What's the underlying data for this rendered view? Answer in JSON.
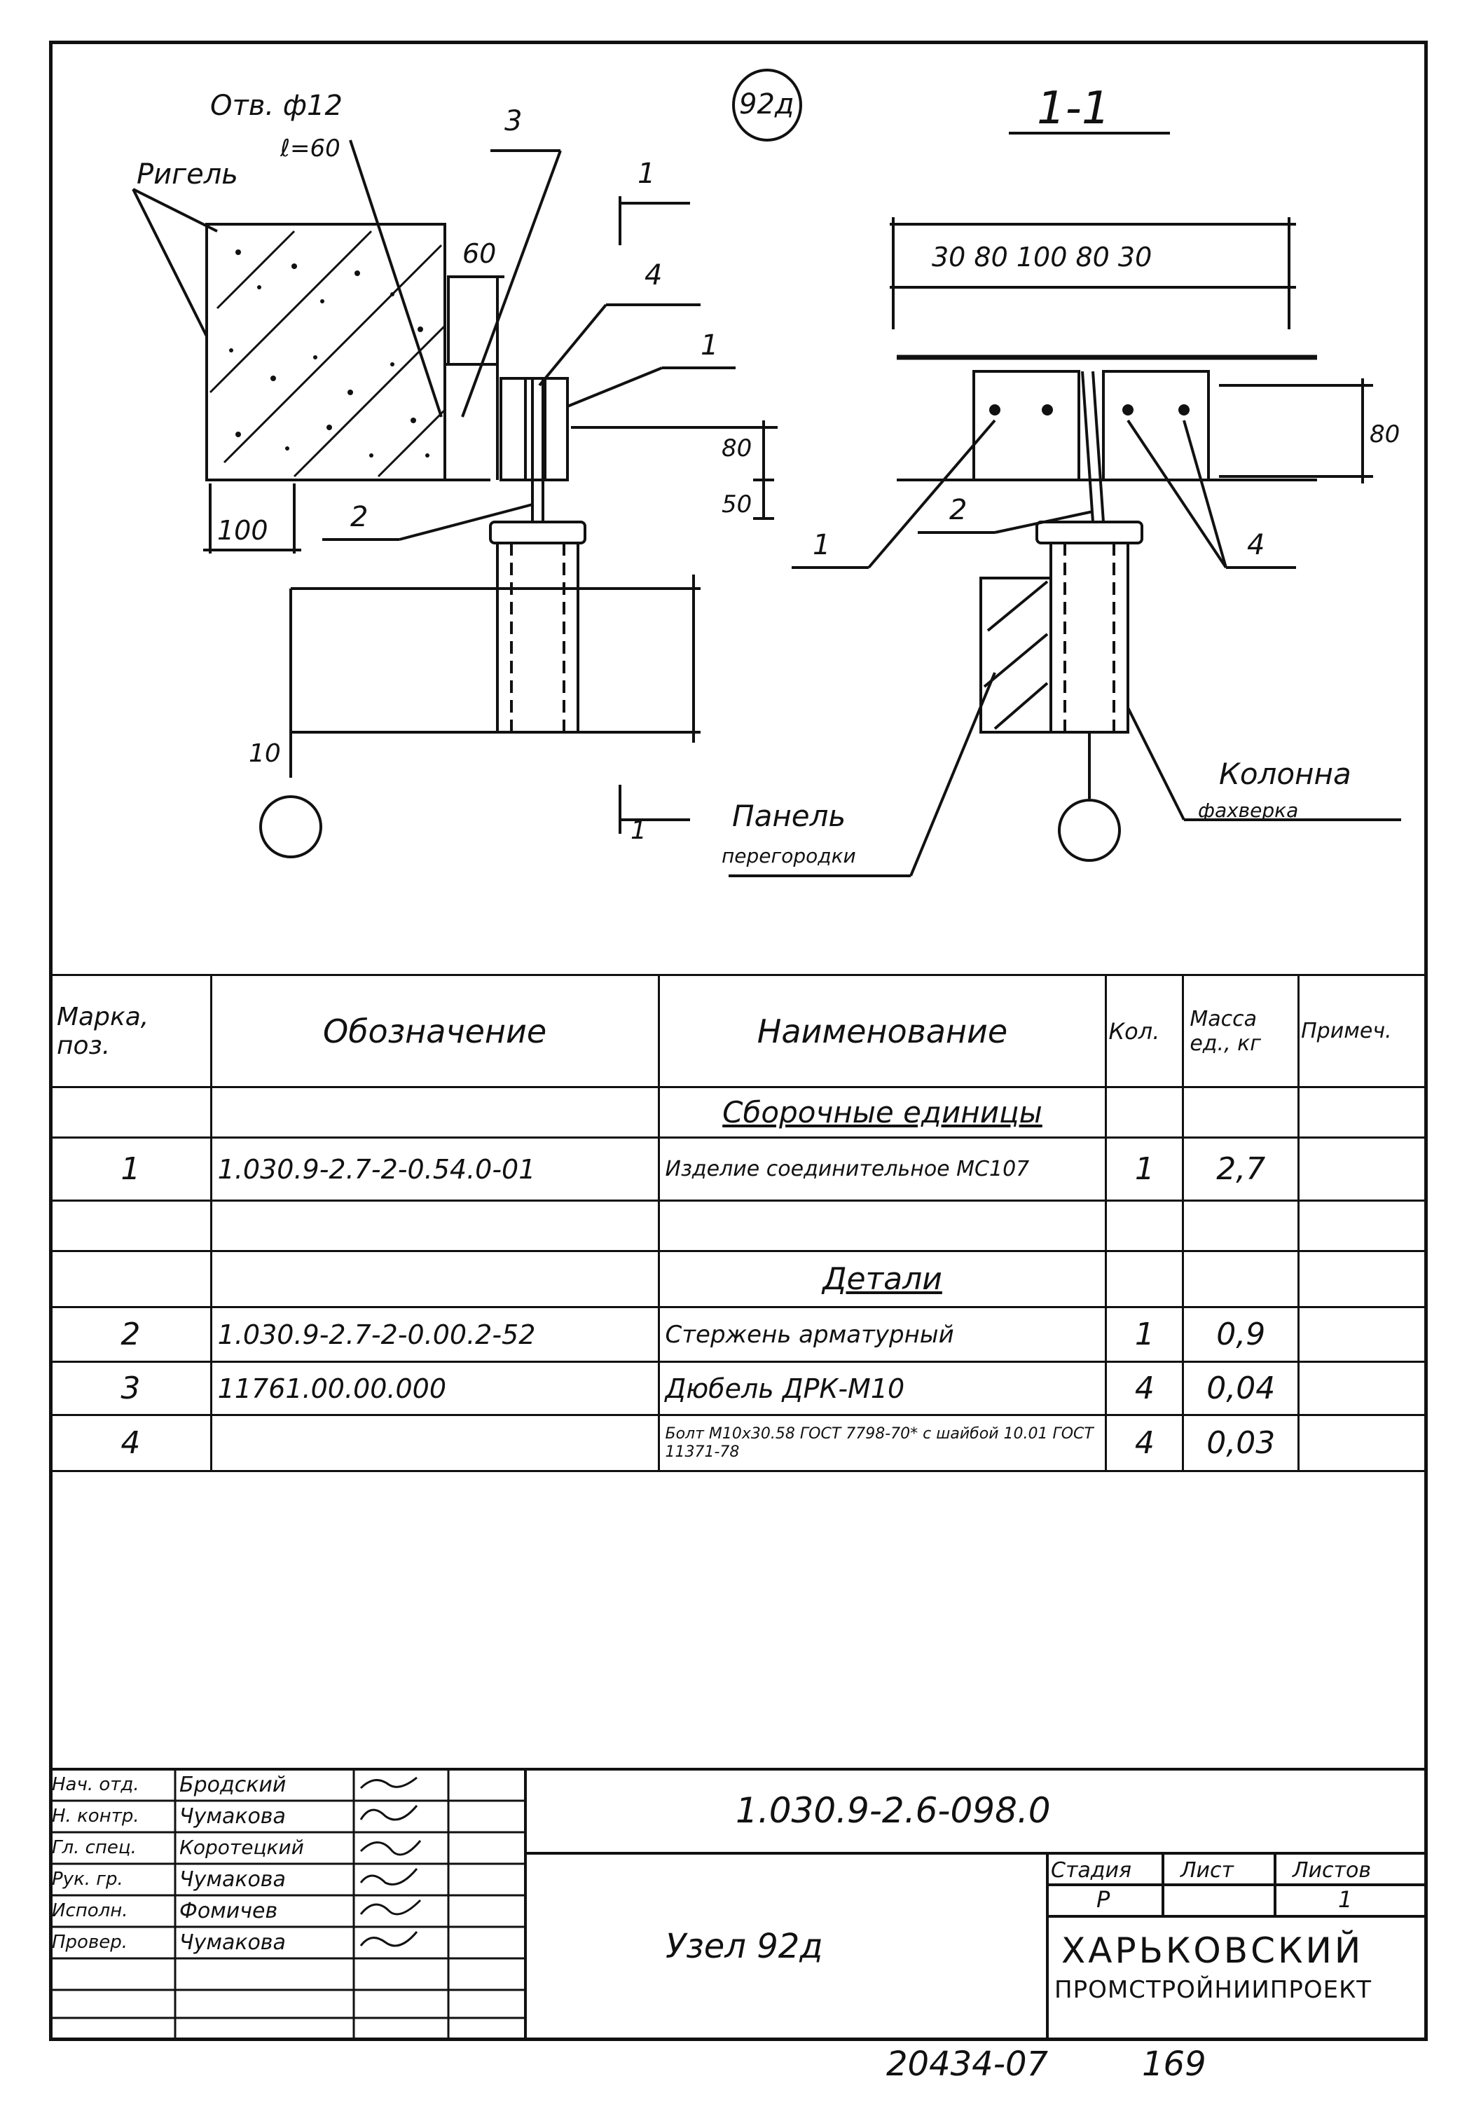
{
  "drawing": {
    "node_badge": "92д",
    "section_title": "1-1",
    "labels": {
      "hole": "Отв. ф12",
      "hole_len": "ℓ=60",
      "rigel": "Ригель",
      "pos3": "3",
      "pos4": "4",
      "pos1": "1",
      "pos2": "2",
      "dim60": "60",
      "dim80": "80",
      "dim50": "50",
      "dim100": "100",
      "dim10": "10",
      "cut_mark_top": "1",
      "cut_mark_bottom": "1",
      "sec_dims": "30 80 100 80 30",
      "sec_dim80": "80",
      "sec_pos1": "1",
      "sec_pos2": "2",
      "sec_pos4": "4",
      "panel": "Панель",
      "panel_sub": "перегородки",
      "column": "Колонна",
      "column_sub": "фахверка"
    }
  },
  "spec": {
    "headers": {
      "mark": "Марка, поз.",
      "designation": "Обозначение",
      "name": "Наименование",
      "qty": "Кол.",
      "mass": "Масса ед., кг",
      "note": "Примеч."
    },
    "rows": [
      {
        "mark": "",
        "designation": "",
        "name": "Сборочные единицы",
        "qty": "",
        "mass": "",
        "note": ""
      },
      {
        "mark": "1",
        "designation": "1.030.9-2.7-2-0.54.0-01",
        "name": "Изделие соединительное МС107",
        "qty": "1",
        "mass": "2,7",
        "note": ""
      },
      {
        "mark": "",
        "designation": "",
        "name": "",
        "qty": "",
        "mass": "",
        "note": ""
      },
      {
        "mark": "",
        "designation": "",
        "name": "Детали",
        "qty": "",
        "mass": "",
        "note": ""
      },
      {
        "mark": "2",
        "designation": "1.030.9-2.7-2-0.00.2-52",
        "name": "Стержень арматурный",
        "qty": "1",
        "mass": "0,9",
        "note": ""
      },
      {
        "mark": "3",
        "designation": "11761.00.00.000",
        "name": "Дюбель ДРК-М10",
        "qty": "4",
        "mass": "0,04",
        "note": ""
      },
      {
        "mark": "4",
        "designation": "",
        "name": "Болт М10х30.58 ГОСТ 7798-70* с шайбой 10.01 ГОСТ 11371-78",
        "qty": "4",
        "mass": "0,03",
        "note": ""
      }
    ]
  },
  "stamp": {
    "roles": [
      {
        "role": "Нач. отд.",
        "name": "Бродский"
      },
      {
        "role": "Н. контр.",
        "name": "Чумакова"
      },
      {
        "role": "Гл. спец.",
        "name": "Коротецкий"
      },
      {
        "role": "Рук. гр.",
        "name": "Чумакова"
      },
      {
        "role": "Исполн.",
        "name": "Фомичев"
      },
      {
        "role": "Провер.",
        "name": "Чумакова"
      }
    ],
    "doc_code": "1.030.9-2.6-098.0",
    "title": "Узел 92д",
    "stage_label": "Стадия",
    "sheet_label": "Лист",
    "sheets_label": "Листов",
    "stage": "Р",
    "sheet": "",
    "sheets": "1",
    "org_line1": "ХАРЬКОВСКИЙ",
    "org_line2": "ПРОМСТРОЙНИИПРОЕКТ"
  },
  "footer": {
    "inventory": "20434-07",
    "page": "169"
  }
}
